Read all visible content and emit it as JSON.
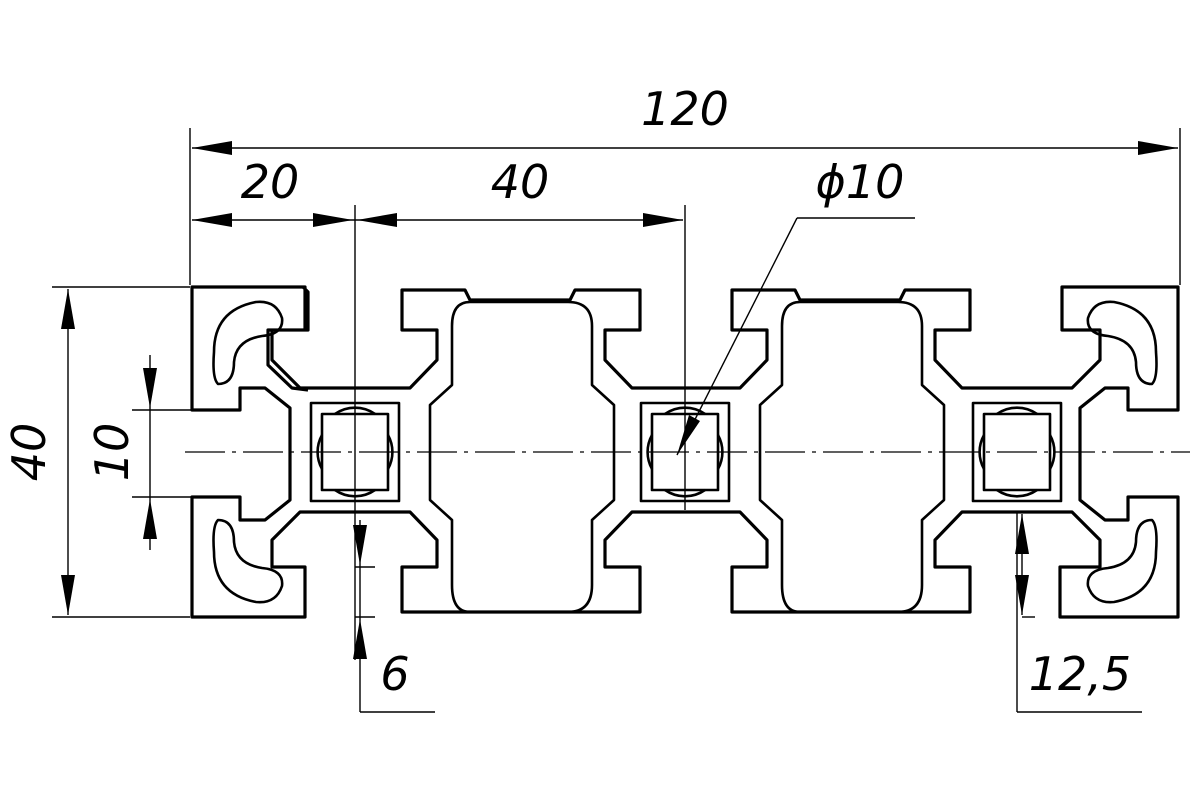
{
  "drawing": {
    "dimensions": {
      "overall_width": "120",
      "module_width": "20",
      "center_spacing": "40",
      "bore_diameter": "ϕ10",
      "overall_height": "40",
      "slot_width": "10",
      "wall_thickness": "6",
      "slot_depth": "12,5"
    }
  },
  "colors": {
    "line": "#000000",
    "background": "#ffffff"
  }
}
